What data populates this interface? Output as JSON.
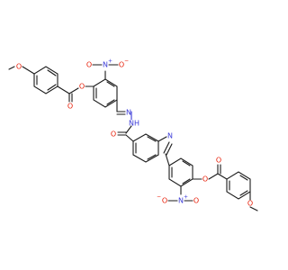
{
  "structure": {
    "atoms": {
      "o_methoxy_left": "O",
      "o_ester_left": "O",
      "o_carbonyl_left": "O",
      "n_nitro_left": "N",
      "o_nitro_left_a": "O",
      "o_nitro_left_b": "O",
      "n_imine_top": "N",
      "n_hydrazide": "N",
      "h_hydrazide": "H",
      "o_amide": "O",
      "n_imine_mid": "N",
      "o_ester_right": "O",
      "o_carbonyl_right": "O",
      "n_nitro_right": "N",
      "o_nitro_right_a": "O",
      "o_nitro_right_b": "O",
      "o_methoxy_right": "O"
    },
    "charges": {
      "plus": "+",
      "minus": "−"
    },
    "colors": {
      "bond": "#1a1a1a",
      "carbon_hetero_O": "#e8200a",
      "nitrogen": "#3a3ad8"
    }
  }
}
